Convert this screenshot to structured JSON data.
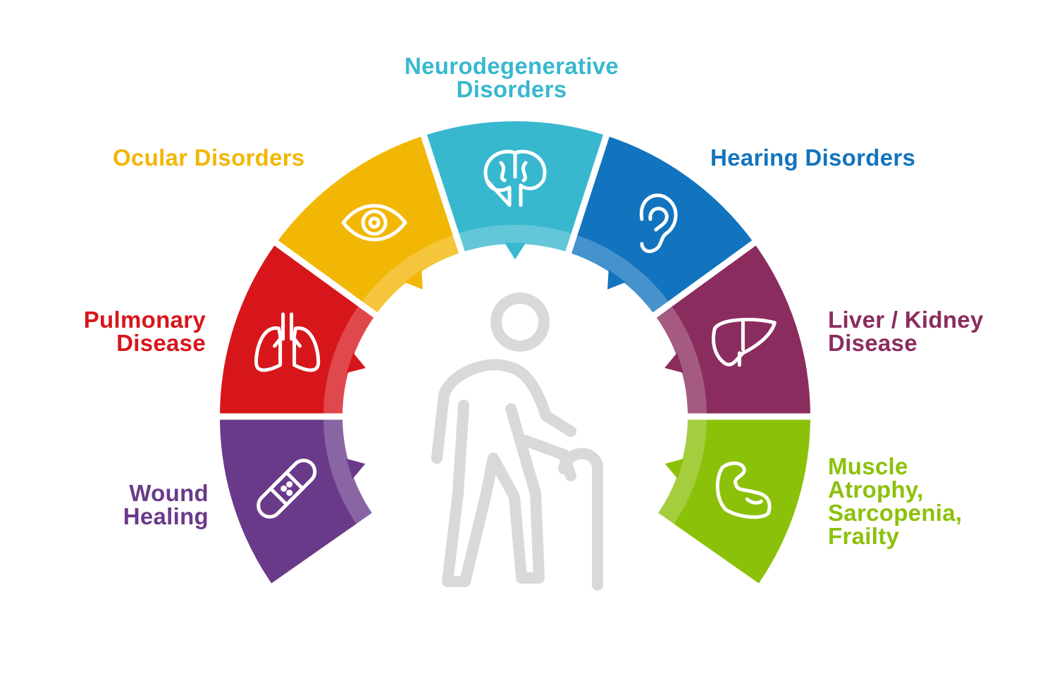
{
  "segments": [
    {
      "id": "wound",
      "lines": [
        "Wound",
        "Healing"
      ],
      "color": "#6a3a8a",
      "icon": "bandage-icon",
      "start": 180,
      "end": 215
    },
    {
      "id": "pulmonary",
      "lines": [
        "Pulmonary",
        "Disease"
      ],
      "color": "#d7161b",
      "icon": "lungs-icon",
      "start": 144,
      "end": 180
    },
    {
      "id": "ocular",
      "lines": [
        "Ocular Disorders"
      ],
      "color": "#f2b705",
      "icon": "eye-icon",
      "start": 108,
      "end": 144
    },
    {
      "id": "neuro",
      "lines": [
        "Neurodegenerative",
        "Disorders"
      ],
      "color": "#38b8cf",
      "icon": "brain-icon",
      "start": 72,
      "end": 108
    },
    {
      "id": "hearing",
      "lines": [
        "Hearing Disorders"
      ],
      "color": "#1274be",
      "icon": "ear-icon",
      "start": 36,
      "end": 72
    },
    {
      "id": "liver",
      "lines": [
        "Liver / Kidney",
        "Disease"
      ],
      "color": "#8b2c5e",
      "icon": "liver-icon",
      "start": 0,
      "end": 36
    },
    {
      "id": "muscle",
      "lines": [
        "Muscle",
        "Atrophy,",
        "Sarcopenia,",
        "Frailty"
      ],
      "color": "#8cc10a",
      "icon": "muscle-icon",
      "start": -35,
      "end": 0
    }
  ],
  "center_icon": "elderly-person-with-cane-icon",
  "center_color": "#d9d9d9"
}
